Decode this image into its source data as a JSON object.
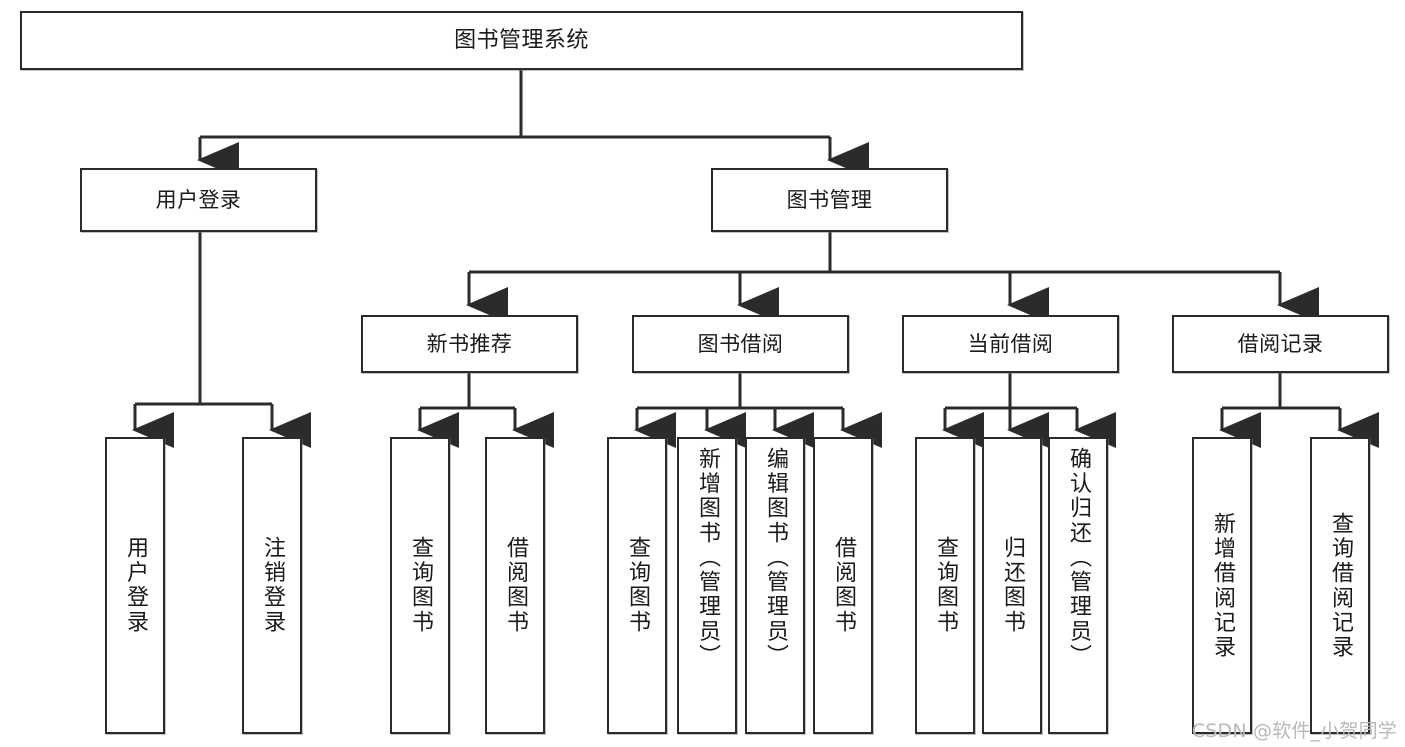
{
  "diagram": {
    "type": "tree-hierarchy",
    "title": "图书管理系统",
    "watermark": "CSDN @软件_小贺同学",
    "colors": {
      "box_border": "#2b2b2b",
      "box_fill": "#ffffff",
      "edge": "#2b2b2b",
      "text": "#1a1a1a",
      "watermark": "#b9b9b9"
    },
    "nodes": {
      "root": {
        "label": "图书管理系统"
      },
      "level2": [
        {
          "id": "user-login",
          "label": "用户登录"
        },
        {
          "id": "book-manage",
          "label": "图书管理"
        }
      ],
      "level3": [
        {
          "id": "new-book-recommend",
          "label": "新书推荐"
        },
        {
          "id": "book-borrow",
          "label": "图书借阅"
        },
        {
          "id": "current-borrow",
          "label": "当前借阅"
        },
        {
          "id": "borrow-record",
          "label": "借阅记录"
        }
      ],
      "leaves": {
        "user_login": [
          {
            "id": "leaf-user-login",
            "label": "用户登录"
          },
          {
            "id": "leaf-logout-login",
            "label": "注销登录"
          }
        ],
        "new_book_recommend": [
          {
            "id": "leaf-query-book-1",
            "label": "查询图书"
          },
          {
            "id": "leaf-borrow-book-1",
            "label": "借阅图书"
          }
        ],
        "book_borrow": [
          {
            "id": "leaf-query-book-2",
            "label": "查询图书"
          },
          {
            "id": "leaf-add-book",
            "label": "新增图书（管理员）"
          },
          {
            "id": "leaf-edit-book",
            "label": "编辑图书（管理员）"
          },
          {
            "id": "leaf-borrow-book-2",
            "label": "借阅图书"
          }
        ],
        "current_borrow": [
          {
            "id": "leaf-query-book-3",
            "label": "查询图书"
          },
          {
            "id": "leaf-return-book",
            "label": "归还图书"
          },
          {
            "id": "leaf-confirm-return",
            "label": "确认归还（管理员）"
          }
        ],
        "borrow_record": [
          {
            "id": "leaf-add-record",
            "label": "新增借阅记录"
          },
          {
            "id": "leaf-query-record",
            "label": "查询借阅记录"
          }
        ]
      }
    }
  }
}
